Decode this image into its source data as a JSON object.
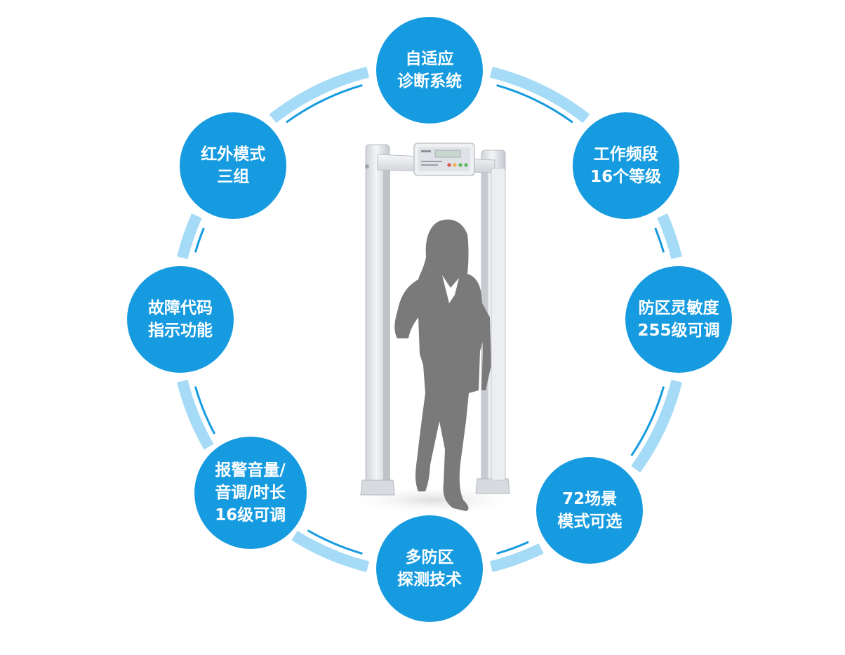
{
  "colors": {
    "circle_fill": "#169be0",
    "ring_light": "#a6dbf7",
    "ring_dark": "#169be0",
    "gate_frame": "#e7e9ec",
    "silhouette": "#7a7a7a"
  },
  "device": {
    "icon": "walk-through-metal-detector-gate"
  },
  "features": [
    {
      "lines": [
        "自适应",
        "诊断系统"
      ]
    },
    {
      "lines": [
        "工作频段",
        "16个等级"
      ]
    },
    {
      "lines": [
        "防区灵敏度",
        "255级可调"
      ]
    },
    {
      "lines": [
        "72场景",
        "模式可选"
      ]
    },
    {
      "lines": [
        "多防区",
        "探测技术"
      ]
    },
    {
      "lines": [
        "报警音量/",
        "音调/时长",
        "16级可调"
      ]
    },
    {
      "lines": [
        "故障代码",
        "指示功能"
      ]
    },
    {
      "lines": [
        "红外模式",
        "三组"
      ]
    }
  ]
}
